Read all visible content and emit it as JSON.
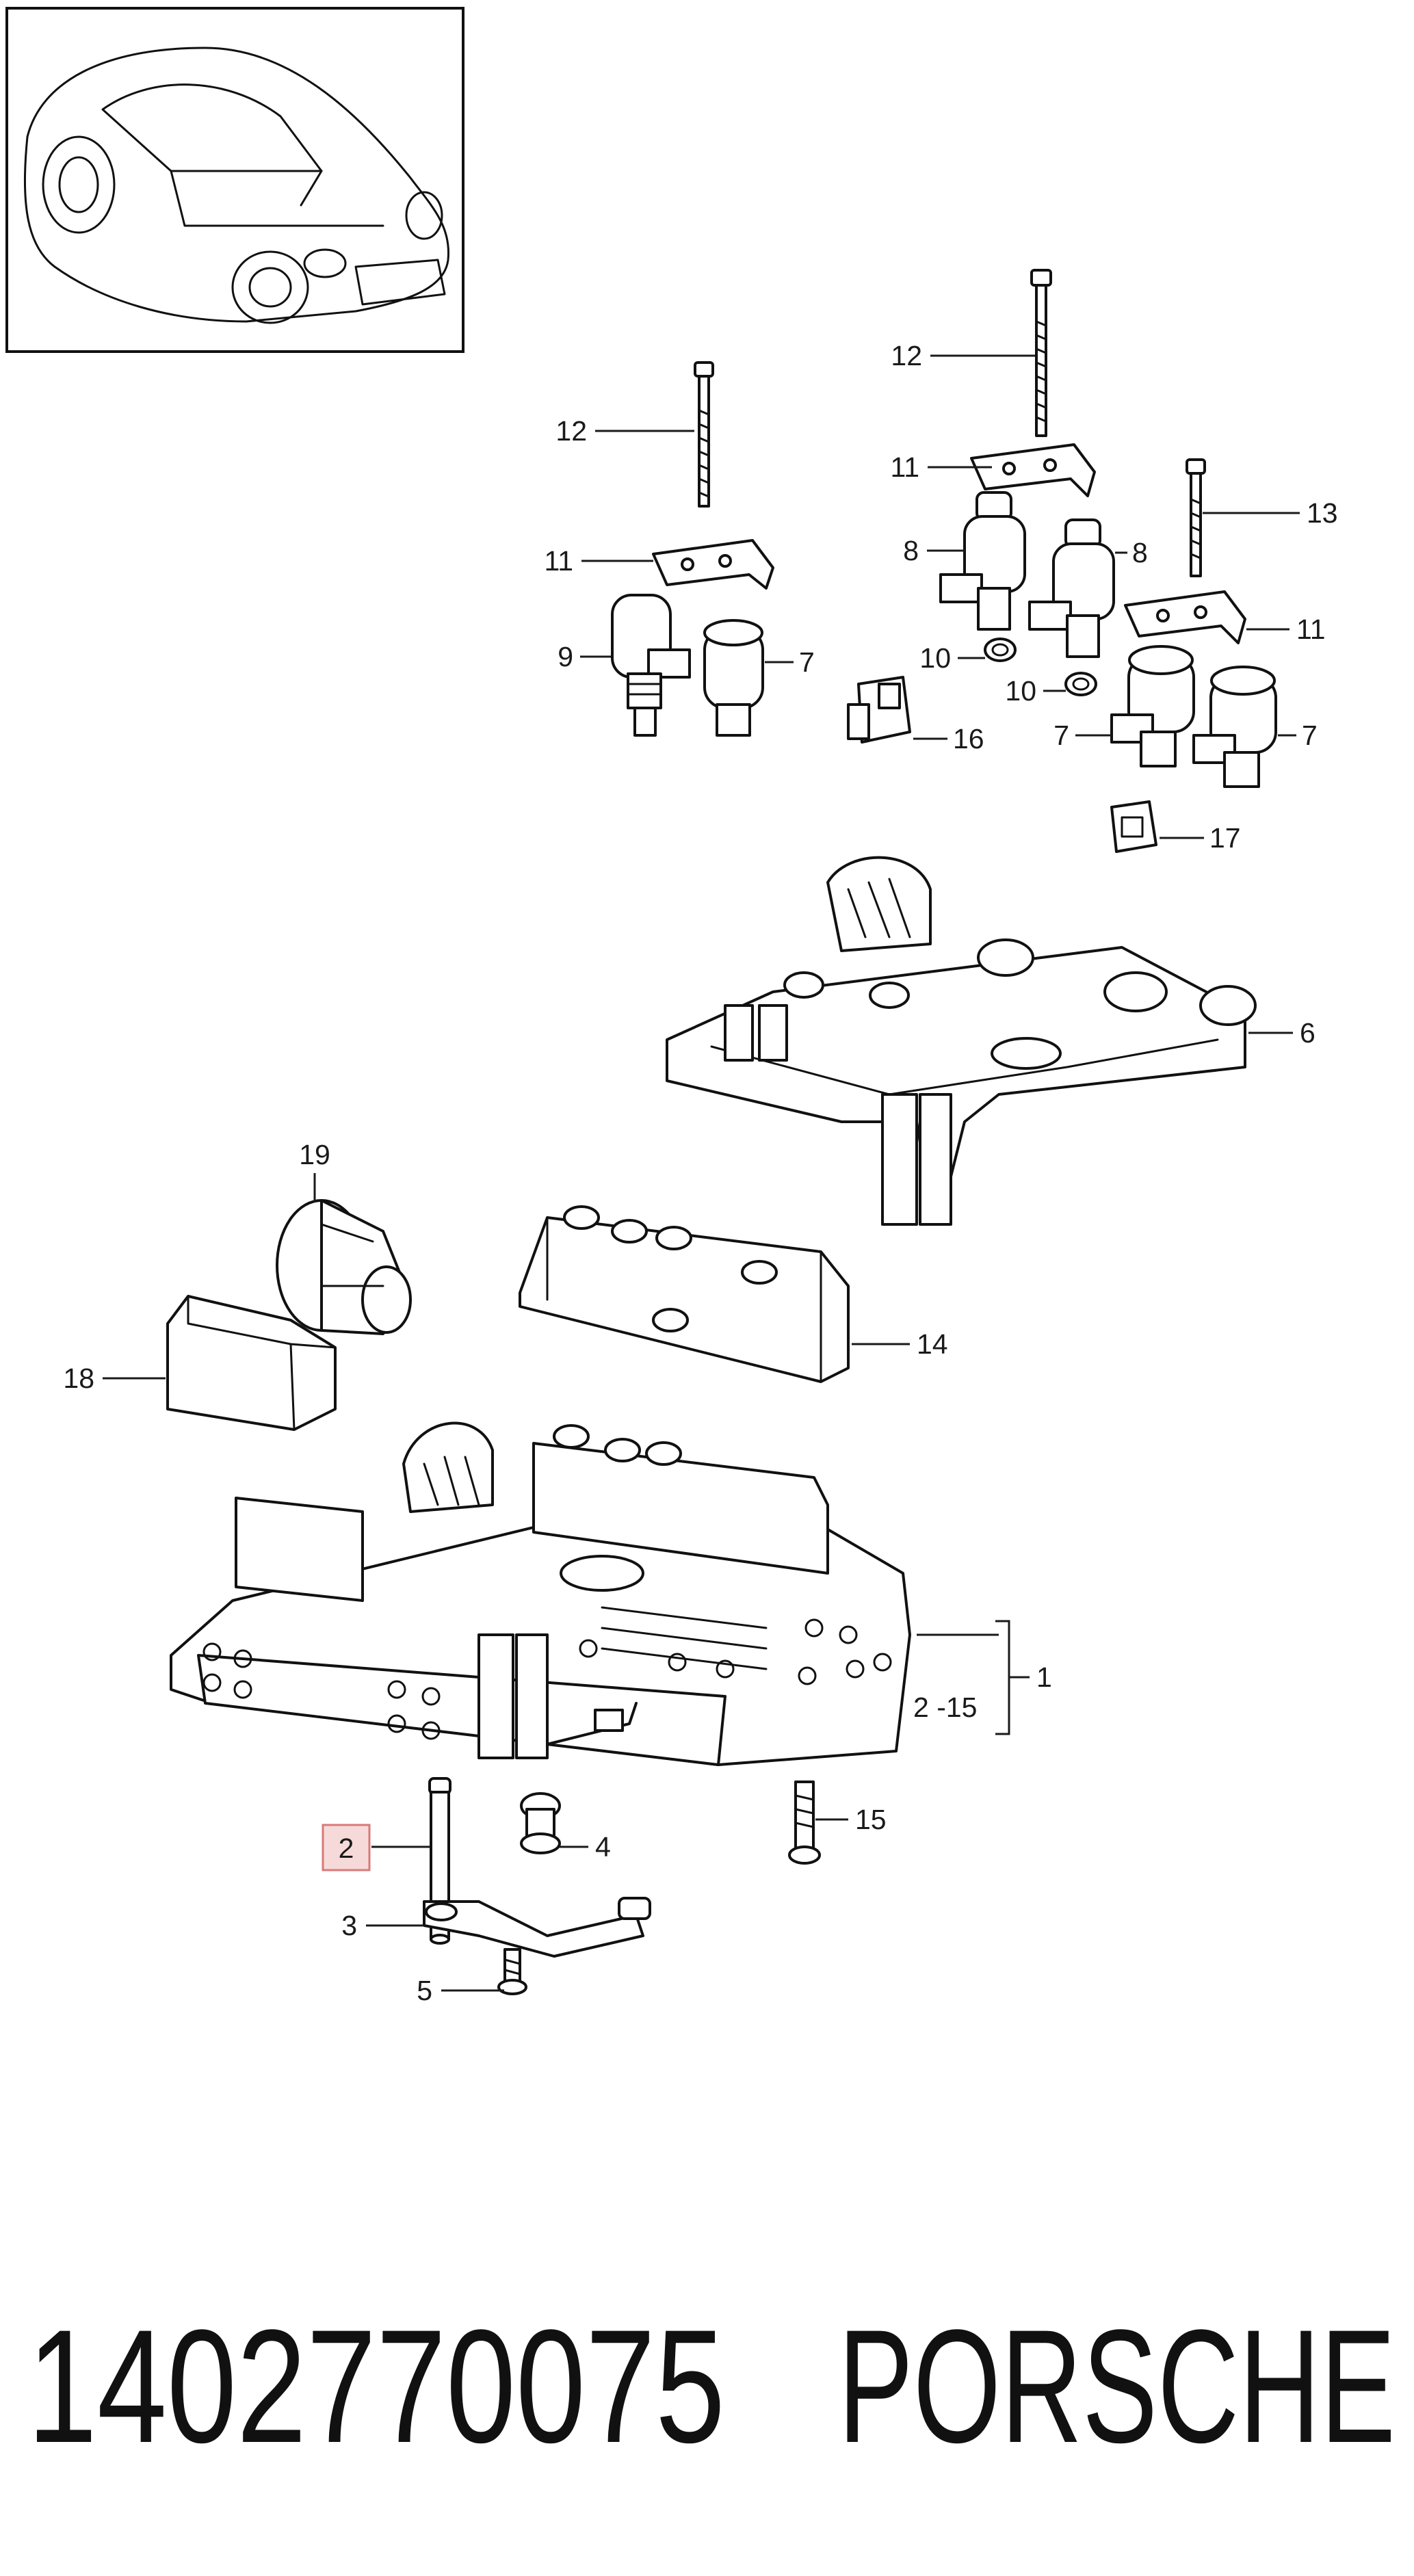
{
  "callouts": {
    "c1": "1",
    "c2_range": "2 -15",
    "c2_highlight": "2",
    "c3": "3",
    "c4": "4",
    "c5": "5",
    "c6": "6",
    "c7a": "7",
    "c7b": "7",
    "c7c": "7",
    "c8a": "8",
    "c8b": "8",
    "c9": "9",
    "c10a": "10",
    "c10b": "10",
    "c11a": "11",
    "c11b": "11",
    "c11c": "11",
    "c12a": "12",
    "c12b": "12",
    "c13": "13",
    "c14": "14",
    "c15": "15",
    "c16": "16",
    "c17": "17",
    "c18": "18",
    "c19": "19"
  },
  "footer": {
    "part_number": "1402770075",
    "brand": "PORSCHE"
  },
  "highlight_color": "#f6dada",
  "highlight_border": "#d77a7a"
}
